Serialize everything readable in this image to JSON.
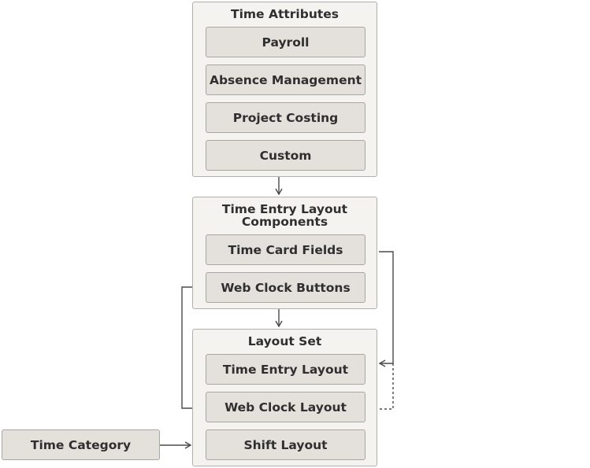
{
  "groups": {
    "time_attributes": {
      "title": "Time Attributes",
      "items": [
        "Payroll",
        "Absence Management",
        "Project Costing",
        "Custom"
      ]
    },
    "time_entry_layout_components": {
      "title": "Time Entry Layout\nComponents",
      "items": [
        "Time Card Fields",
        "Web Clock Buttons"
      ]
    },
    "layout_set": {
      "title": "Layout Set",
      "items": [
        "Time Entry Layout",
        "Web Clock Layout",
        "Shift Layout"
      ]
    }
  },
  "standalone": {
    "time_category": "Time Category"
  },
  "colors": {
    "line": "#4a4a4a",
    "group_fill": "#f4f3f0",
    "box_fill": "#e4e1dc"
  }
}
